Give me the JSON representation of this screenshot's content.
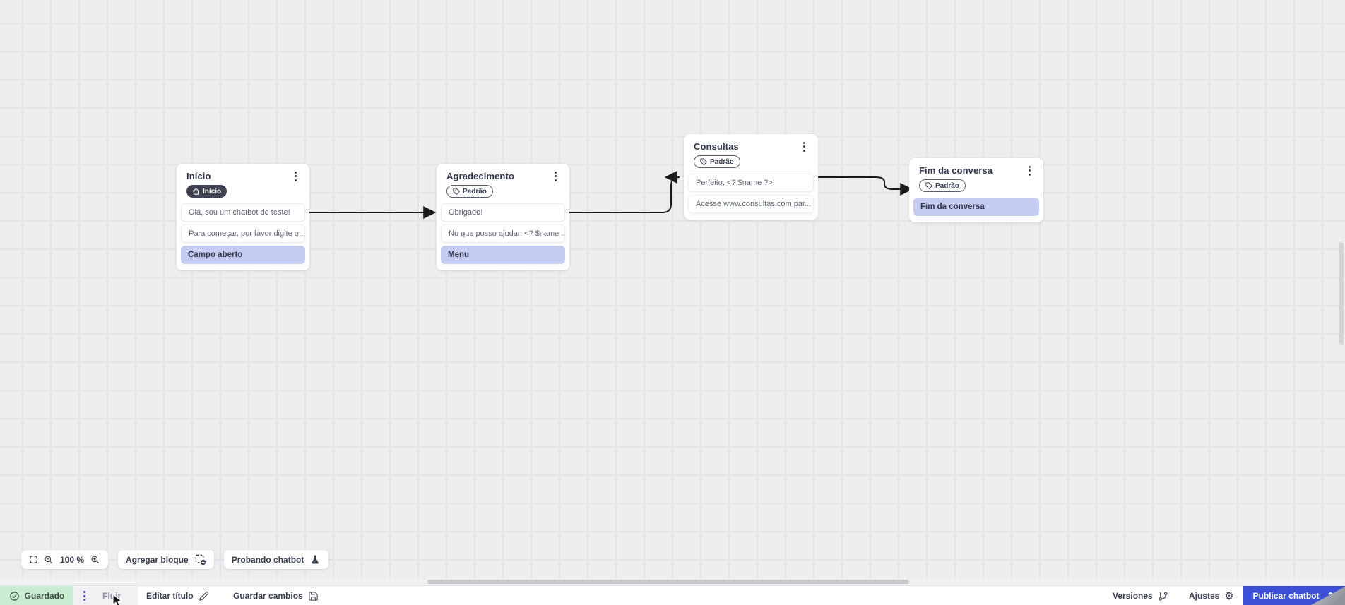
{
  "canvas": {
    "nodes": [
      {
        "title": "Início",
        "badge": {
          "label": "Início",
          "icon": "home-icon"
        },
        "rows": [
          {
            "type": "message",
            "text": "Olá, sou um chatbot de teste!"
          },
          {
            "type": "message",
            "text": "Para começar, por favor digite o ..."
          },
          {
            "type": "action",
            "text": "Campo aberto"
          }
        ]
      },
      {
        "title": "Agradecimento",
        "badge": {
          "label": "Padrão",
          "icon": "tag-icon"
        },
        "rows": [
          {
            "type": "message",
            "text": "Obrigado!"
          },
          {
            "type": "message",
            "text": "No que posso ajudar, <? $name ..."
          },
          {
            "type": "action",
            "text": "Menu"
          }
        ]
      },
      {
        "title": "Consultas",
        "badge": {
          "label": "Padrão",
          "icon": "tag-icon"
        },
        "rows": [
          {
            "type": "message",
            "text": "Perfeito, <? $name ?>!"
          },
          {
            "type": "message",
            "text": "Acesse www.consultas.com par..."
          }
        ]
      },
      {
        "title": "Fim da conversa",
        "badge": {
          "label": "Padrão",
          "icon": "tag-icon"
        },
        "rows": [
          {
            "type": "action",
            "text": "Fim da conversa"
          }
        ]
      }
    ]
  },
  "toolbar": {
    "zoom_level": "100 %",
    "fullscreen_icon": "fullscreen-icon",
    "zoom_out_icon": "zoom-out-icon",
    "zoom_in_icon": "zoom-in-icon",
    "add_block_label": "Agregar bloque",
    "add_block_icon": "add-block-icon",
    "test_chatbot_label": "Probando chatbot",
    "test_chatbot_icon": "flask-icon"
  },
  "statusbar": {
    "saved_label": "Guardado",
    "saved_icon": "check-circle-icon",
    "flow_tab_label": "Fluir",
    "edit_title_label": "Editar título",
    "edit_title_icon": "pencil-icon",
    "save_changes_label": "Guardar cambios",
    "save_changes_icon": "floppy-icon",
    "versions_label": "Versiones",
    "versions_icon": "git-branch-icon",
    "settings_label": "Ajustes",
    "settings_icon": "gear-icon",
    "publish_label": "Publicar chatbot",
    "publish_icon": "upload-icon"
  },
  "colors": {
    "canvas_bg": "#ededef",
    "grid_line": "#e3e3e7",
    "accent_blue": "#3b50d6",
    "saved_green_bg": "#c9edd1",
    "action_row_lavender": "#c5ccf2",
    "start_badge_dark": "#3f4353",
    "edge_black": "#1a1a1a",
    "muted_text": "#8e93a1",
    "node_text": "#3a4050"
  }
}
